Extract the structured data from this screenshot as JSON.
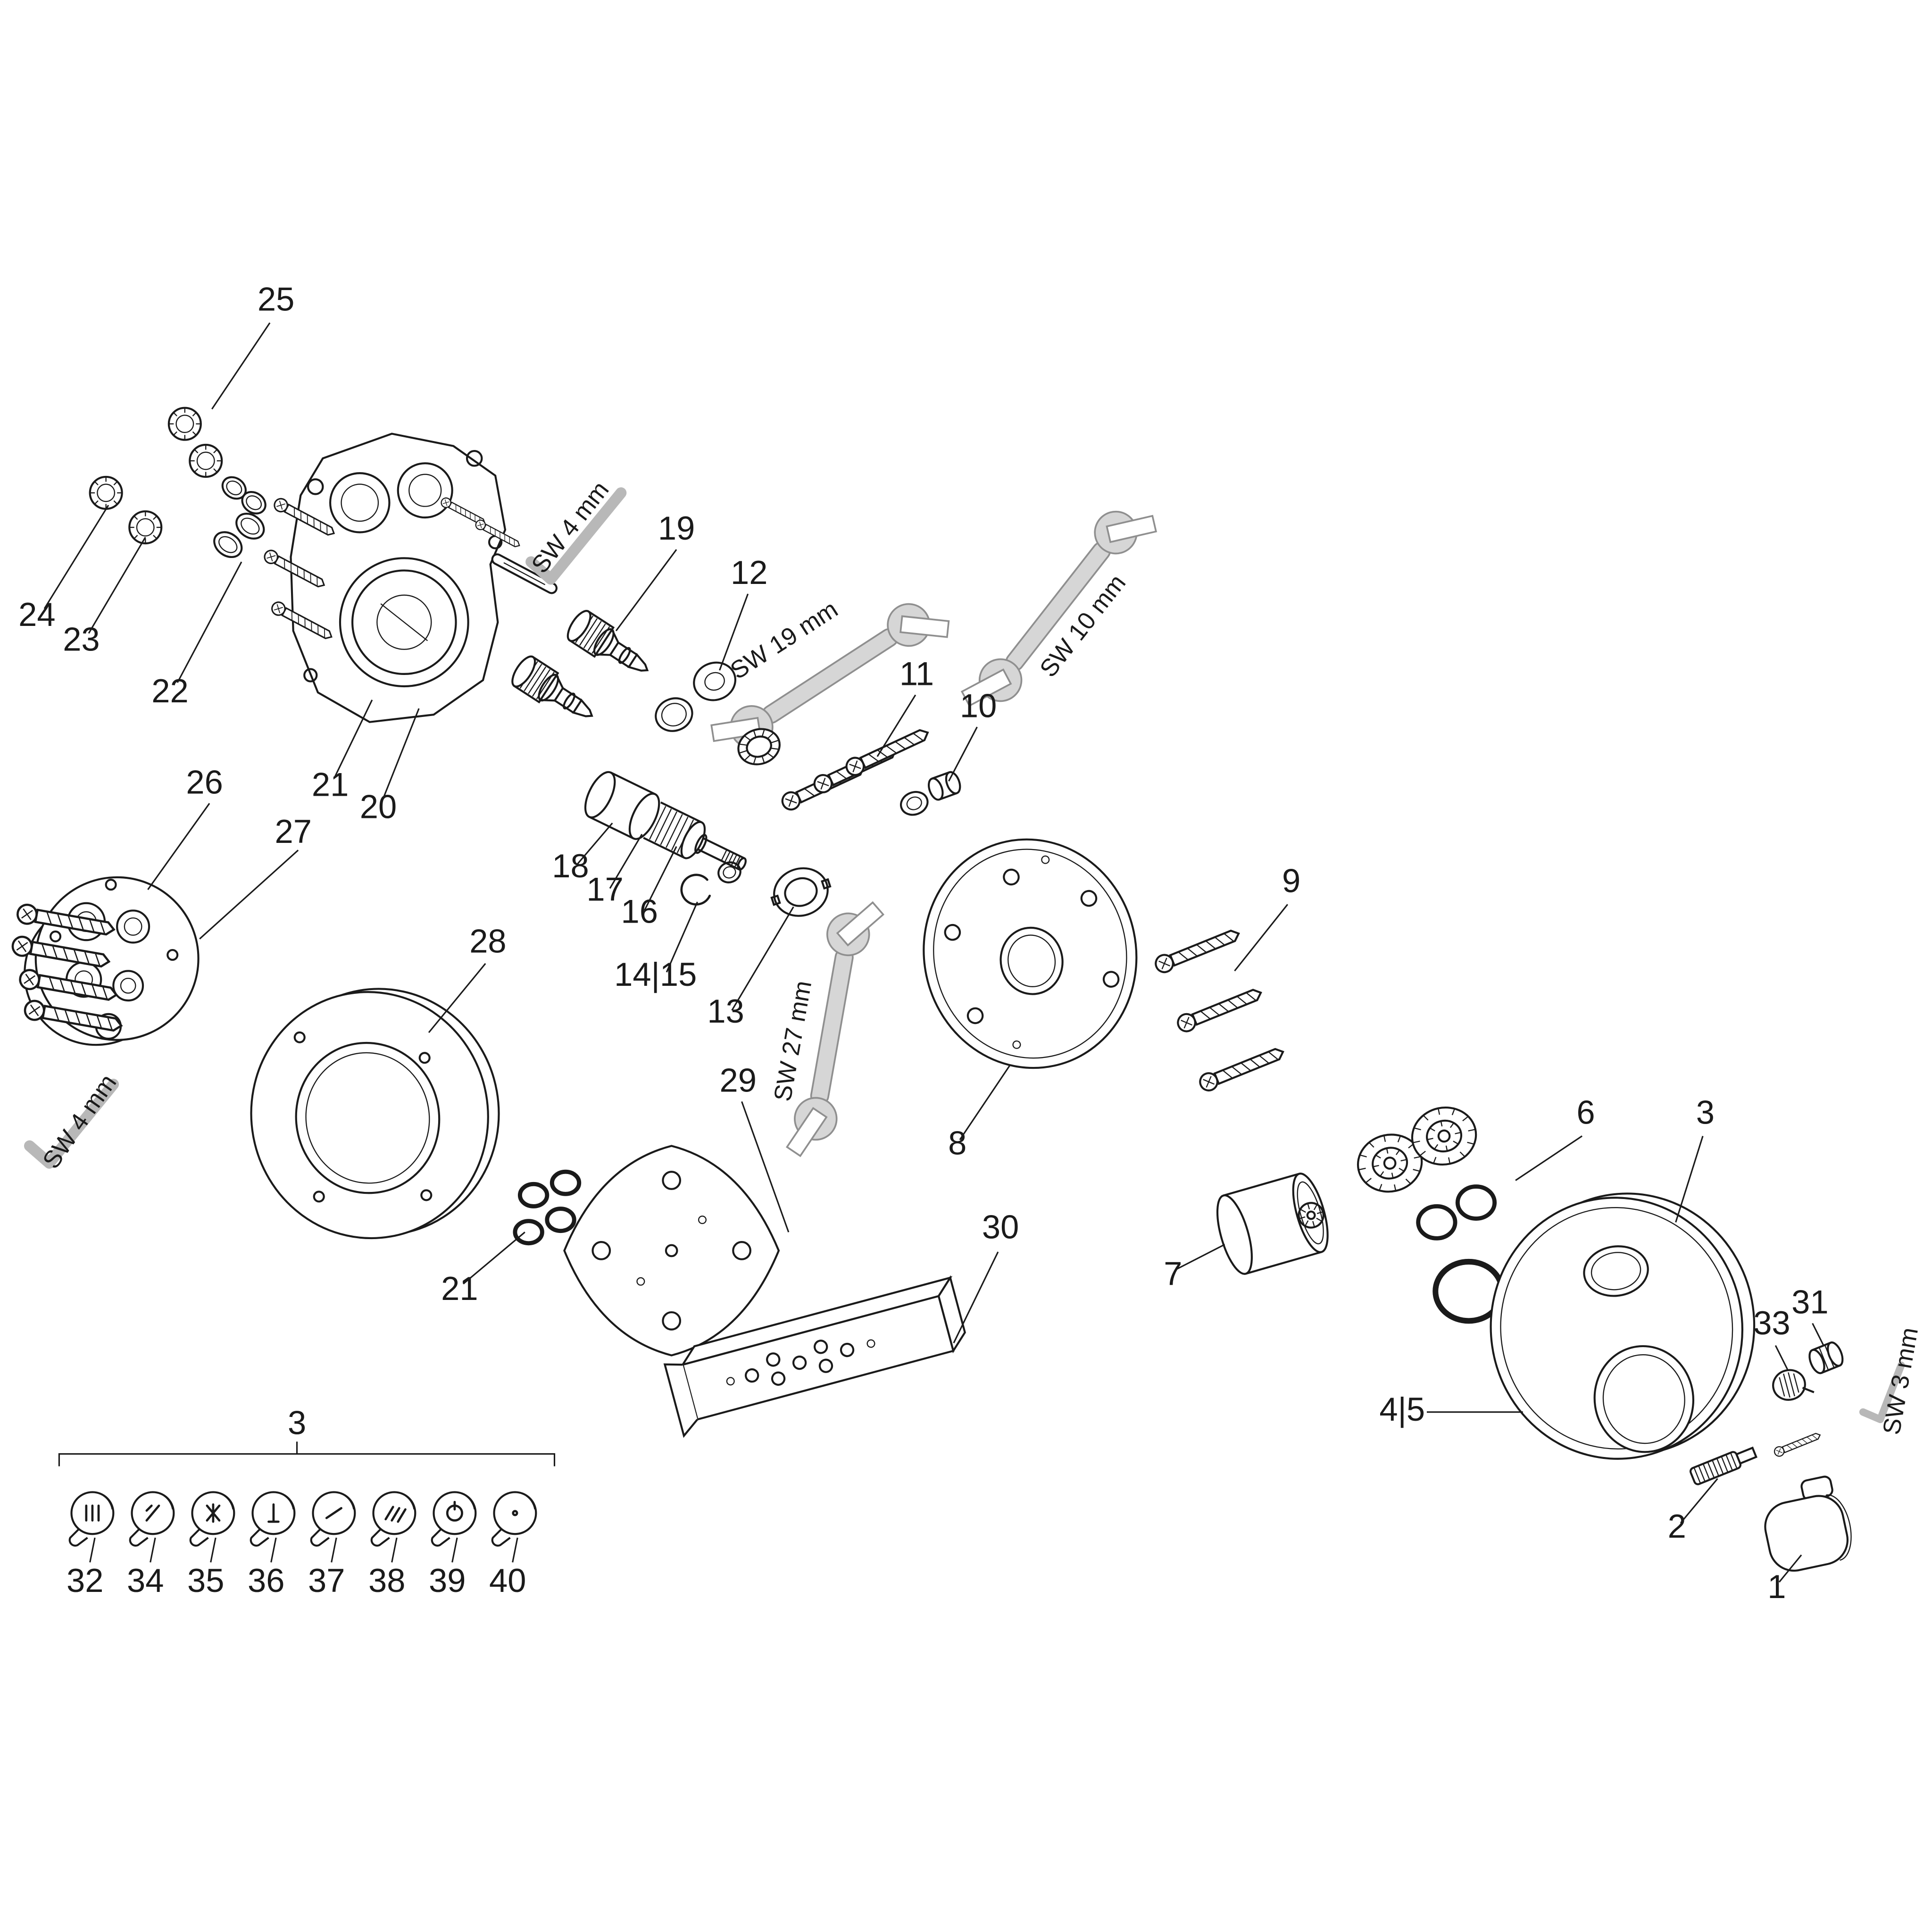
{
  "diagram": {
    "kind": "exploded-parts-diagram",
    "subject": "thermostatic-mixer-valve-assembly",
    "background_color": "#ffffff",
    "line_color": "#1a1a1a",
    "tool_color": "#b8b8b8",
    "parts": [
      {
        "text": "25"
      },
      {
        "text": "24"
      },
      {
        "text": "23"
      },
      {
        "text": "22"
      },
      {
        "text": "21"
      },
      {
        "text": "20"
      },
      {
        "text": "26"
      },
      {
        "text": "27"
      },
      {
        "text": "19"
      },
      {
        "text": "12"
      },
      {
        "text": "11"
      },
      {
        "text": "10"
      },
      {
        "text": "18"
      },
      {
        "text": "17"
      },
      {
        "text": "16"
      },
      {
        "text": "14|15"
      },
      {
        "text": "13"
      },
      {
        "text": "28"
      },
      {
        "text": "29"
      },
      {
        "text": "21"
      },
      {
        "text": "8"
      },
      {
        "text": "9"
      },
      {
        "text": "30"
      },
      {
        "text": "7"
      },
      {
        "text": "6"
      },
      {
        "text": "3"
      },
      {
        "text": "4|5"
      },
      {
        "text": "33"
      },
      {
        "text": "31"
      },
      {
        "text": "2"
      },
      {
        "text": "1"
      },
      {
        "text": "3"
      },
      {
        "text": "32"
      },
      {
        "text": "34"
      },
      {
        "text": "35"
      },
      {
        "text": "36"
      },
      {
        "text": "37"
      },
      {
        "text": "38"
      },
      {
        "text": "39"
      },
      {
        "text": "40"
      }
    ],
    "tools": [
      {
        "text": "SW 4 mm"
      },
      {
        "text": "SW 19 mm"
      },
      {
        "text": "SW 10 mm"
      },
      {
        "text": "SW 27 mm"
      },
      {
        "text": "SW 4 mm"
      },
      {
        "text": "SW 3 mm"
      }
    ]
  }
}
